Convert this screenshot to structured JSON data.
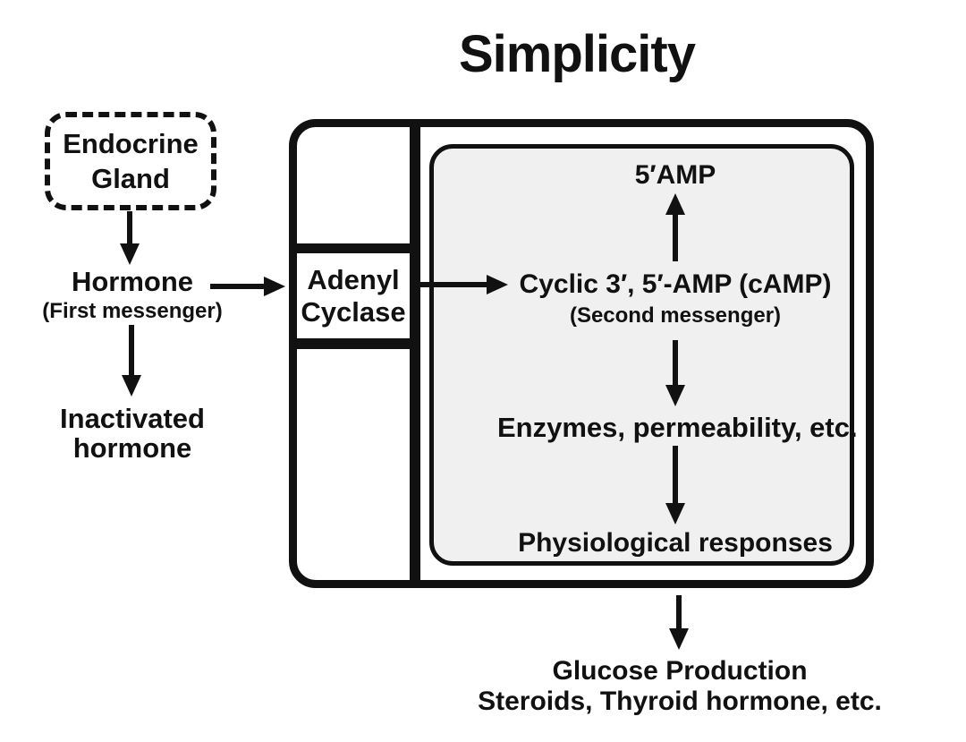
{
  "title": "Simplicity",
  "left_pathway": {
    "endocrine_gland": {
      "line1": "Endocrine",
      "line2": "Gland"
    },
    "hormone": {
      "label": "Hormone",
      "sublabel": "(First messenger)"
    },
    "inactivated": {
      "line1": "Inactivated",
      "line2": "hormone"
    }
  },
  "membrane": {
    "adenyl_cyclase": {
      "line1": "Adenyl",
      "line2": "Cyclase"
    }
  },
  "cytoplasm": {
    "amp": "5′AMP",
    "camp": {
      "label": "Cyclic 3′, 5′-AMP (cAMP)",
      "sublabel": "(Second messenger)"
    },
    "enzymes": "Enzymes, permeability, etc.",
    "physiological_responses": "Physiological responses"
  },
  "outputs": {
    "line1": "Glucose Production",
    "line2": "Steroids, Thyroid hormone, etc."
  },
  "edges": [
    {
      "from": "endocrine-gland",
      "to": "hormone"
    },
    {
      "from": "hormone",
      "to": "inactivated-hormone"
    },
    {
      "from": "hormone",
      "to": "adenyl-cyclase"
    },
    {
      "from": "adenyl-cyclase",
      "to": "cyclic-amp"
    },
    {
      "from": "cyclic-amp",
      "to": "5-amp"
    },
    {
      "from": "cyclic-amp",
      "to": "enzymes-permeability"
    },
    {
      "from": "enzymes-permeability",
      "to": "physiological-responses"
    },
    {
      "from": "physiological-responses",
      "to": "glucose-steroids-outputs"
    }
  ],
  "colors": {
    "ink": "#111111",
    "cytoplasm_fill": "#f0f0f0",
    "background": "#ffffff"
  }
}
